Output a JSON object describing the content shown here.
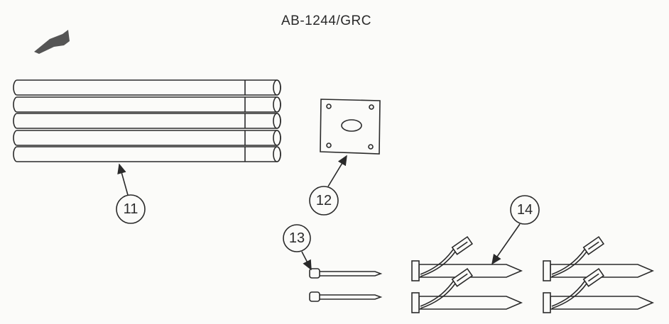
{
  "header": {
    "title": "AB-1244/GRC"
  },
  "callouts": [
    {
      "label": "11",
      "part": "poles"
    },
    {
      "label": "12",
      "part": "base-plate"
    },
    {
      "label": "13",
      "part": "pins"
    },
    {
      "label": "14",
      "part": "stakes-with-connectors"
    }
  ],
  "colors": {
    "ink": "#2a2a2a",
    "paper": "#fbfbf9"
  }
}
